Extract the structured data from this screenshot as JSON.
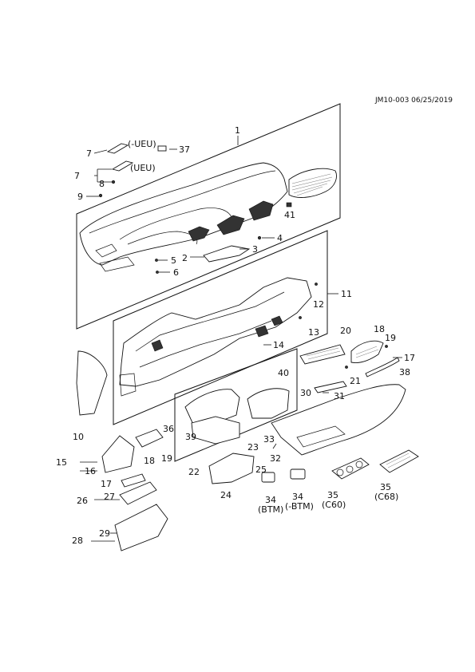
{
  "header": {
    "doc_code": "JM10-003 06/25/2019"
  },
  "callouts": [
    {
      "id": "c1",
      "text": "1"
    },
    {
      "id": "c7a",
      "text": "7"
    },
    {
      "id": "c7a_note",
      "text": "(-UEU)"
    },
    {
      "id": "c37",
      "text": "37"
    },
    {
      "id": "c7b",
      "text": "7"
    },
    {
      "id": "c7b_note",
      "text": "(UEU)"
    },
    {
      "id": "c8",
      "text": "8"
    },
    {
      "id": "c9",
      "text": "9"
    },
    {
      "id": "c41",
      "text": "41"
    },
    {
      "id": "c4",
      "text": "4"
    },
    {
      "id": "c3",
      "text": "3"
    },
    {
      "id": "c2",
      "text": "2"
    },
    {
      "id": "c5",
      "text": "5"
    },
    {
      "id": "c6",
      "text": "6"
    },
    {
      "id": "c11",
      "text": "11"
    },
    {
      "id": "c12",
      "text": "12"
    },
    {
      "id": "c13",
      "text": "13"
    },
    {
      "id": "c14",
      "text": "14"
    },
    {
      "id": "c20",
      "text": "20"
    },
    {
      "id": "c18a",
      "text": "18"
    },
    {
      "id": "c19a",
      "text": "19"
    },
    {
      "id": "c17a",
      "text": "17"
    },
    {
      "id": "c21",
      "text": "21"
    },
    {
      "id": "c38",
      "text": "38"
    },
    {
      "id": "c40",
      "text": "40"
    },
    {
      "id": "c30",
      "text": "30"
    },
    {
      "id": "c31",
      "text": "31"
    },
    {
      "id": "c10",
      "text": "10"
    },
    {
      "id": "c36",
      "text": "36"
    },
    {
      "id": "c39",
      "text": "39"
    },
    {
      "id": "c23",
      "text": "23"
    },
    {
      "id": "c33",
      "text": "33"
    },
    {
      "id": "c32",
      "text": "32"
    },
    {
      "id": "c15",
      "text": "15"
    },
    {
      "id": "c16",
      "text": "16"
    },
    {
      "id": "c18b",
      "text": "18"
    },
    {
      "id": "c19b",
      "text": "19"
    },
    {
      "id": "c22",
      "text": "22"
    },
    {
      "id": "c25",
      "text": "25"
    },
    {
      "id": "c17b",
      "text": "17"
    },
    {
      "id": "c24",
      "text": "24"
    },
    {
      "id": "c34a",
      "text": "34"
    },
    {
      "id": "c34a_note",
      "text": "(BTM)"
    },
    {
      "id": "c34b",
      "text": "34"
    },
    {
      "id": "c34b_note",
      "text": "(-BTM)"
    },
    {
      "id": "c35a",
      "text": "35"
    },
    {
      "id": "c35a_note",
      "text": "(C60)"
    },
    {
      "id": "c35b",
      "text": "35"
    },
    {
      "id": "c35b_note",
      "text": "(C68)"
    },
    {
      "id": "c26",
      "text": "26"
    },
    {
      "id": "c27",
      "text": "27"
    },
    {
      "id": "c28",
      "text": "28"
    },
    {
      "id": "c29",
      "text": "29"
    }
  ]
}
